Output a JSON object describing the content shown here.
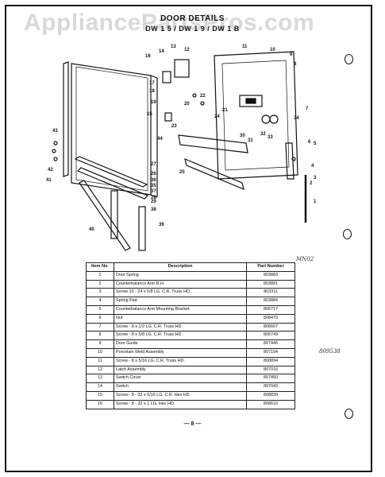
{
  "watermark": "AppliancePartsPros.com",
  "title": {
    "line1": "DOOR DETAILS",
    "line2": "DW 1 5 / DW 1 9 / DW 1 B"
  },
  "diagram": {
    "callouts": [
      "14",
      "13",
      "12",
      "11",
      "10",
      "9",
      "8",
      "7",
      "6",
      "5",
      "4",
      "3",
      "2",
      "1",
      "15",
      "16",
      "17",
      "18",
      "19",
      "20",
      "21",
      "22",
      "23",
      "24",
      "25",
      "26",
      "27",
      "28",
      "29",
      "30",
      "31",
      "32",
      "33",
      "34",
      "35",
      "36",
      "37",
      "38",
      "39",
      "40",
      "41",
      "42",
      "43",
      "44"
    ]
  },
  "table": {
    "headers": [
      "Item No.",
      "Description",
      "Part Number"
    ],
    "rows": [
      [
        "1",
        "Door Spring",
        "803883"
      ],
      [
        "2",
        "Counterbalance Arm R.H.",
        "803881"
      ],
      [
        "3",
        "Screw 10 - 24 x 5/8 LG. C.R. Truss HD.",
        "803311"
      ],
      [
        "4",
        "Spring Pad",
        "803884"
      ],
      [
        "5",
        "Counterbalance Arm Mounting Bracket",
        "806717"
      ],
      [
        "6",
        "Nut",
        "808470"
      ],
      [
        "7",
        "Screw - 8 x 1/2 LG. C.R. Truss HD.",
        "806667"
      ],
      [
        "8",
        "Screw - 8 x 5/8 LG. C.R. Truss HD.",
        "806749"
      ],
      [
        "9",
        "Door Guide",
        "807446"
      ],
      [
        "10",
        "Porcelain Weld Assembly",
        "807194"
      ],
      [
        "11",
        "Screw - 8 x 5/16 LG. C.R. Truss HD.",
        "808894"
      ],
      [
        "12",
        "Latch Assembly",
        "807016"
      ],
      [
        "13",
        "Switch Cover",
        "807450"
      ],
      [
        "14",
        "Switch",
        "807043"
      ],
      [
        "15",
        "Screw - 8 - 32 x 5/16 LG. C.R. Hex HD.",
        "808830"
      ],
      [
        "16",
        "Screw - 8 - 32 x 1 LG. Hex HD.",
        "808616"
      ]
    ]
  },
  "page_number": "— 8 —",
  "notes": {
    "n1": "MN02",
    "n2": "809538"
  }
}
